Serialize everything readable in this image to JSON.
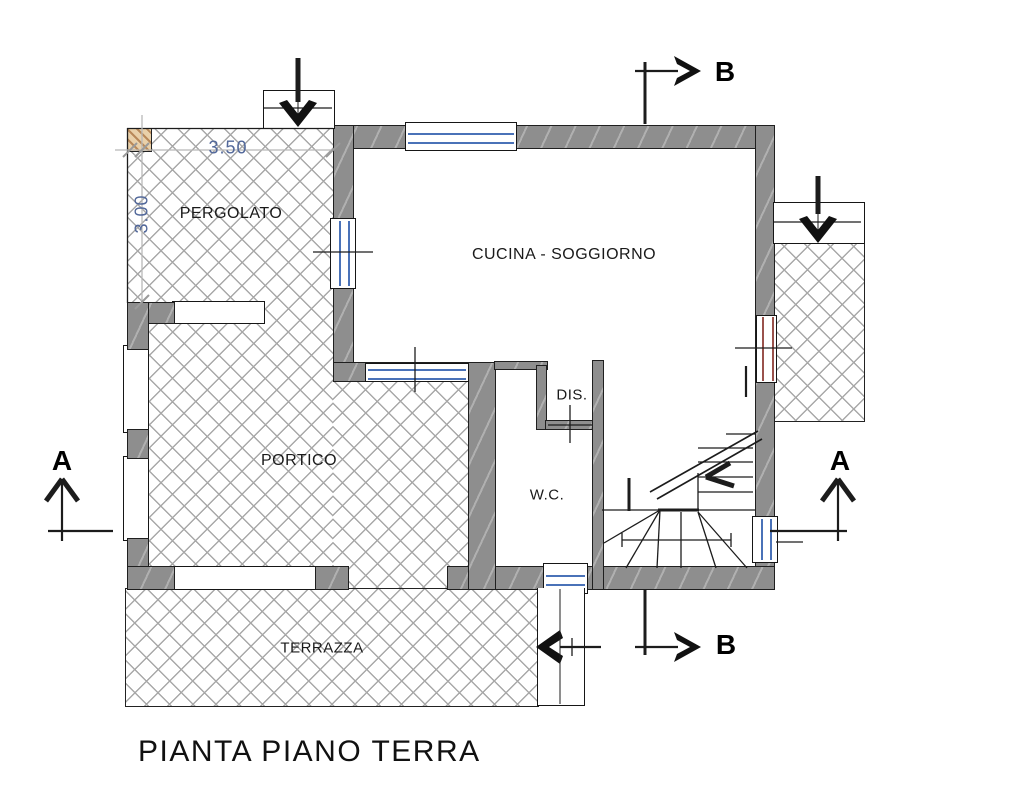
{
  "drawing": {
    "title": "PIANTA PIANO TERRA",
    "rooms": {
      "pergolato": "PERGOLATO",
      "cucina_soggiorno": "CUCINA - SOGGIORNO",
      "portico": "PORTICO",
      "disimpegno": "DIS.",
      "wc": "W.C.",
      "terrazza": "TERRAZZA"
    },
    "dimensions": {
      "pergolato_width_m": "3.50",
      "pergolato_depth_m": "3.00"
    },
    "section_markers": {
      "a": "A",
      "b": "B"
    },
    "colors": {
      "wall_gray": "#8e8e8e",
      "line_black": "#1f1f1f",
      "hatch_gray": "#a8a8a8",
      "window_blue": "#4a72b8",
      "door_red": "#9a524c",
      "dimension_blue": "#52689a",
      "post_brown_light": "#e9d0a9",
      "post_brown_dark": "#b9895a"
    }
  }
}
